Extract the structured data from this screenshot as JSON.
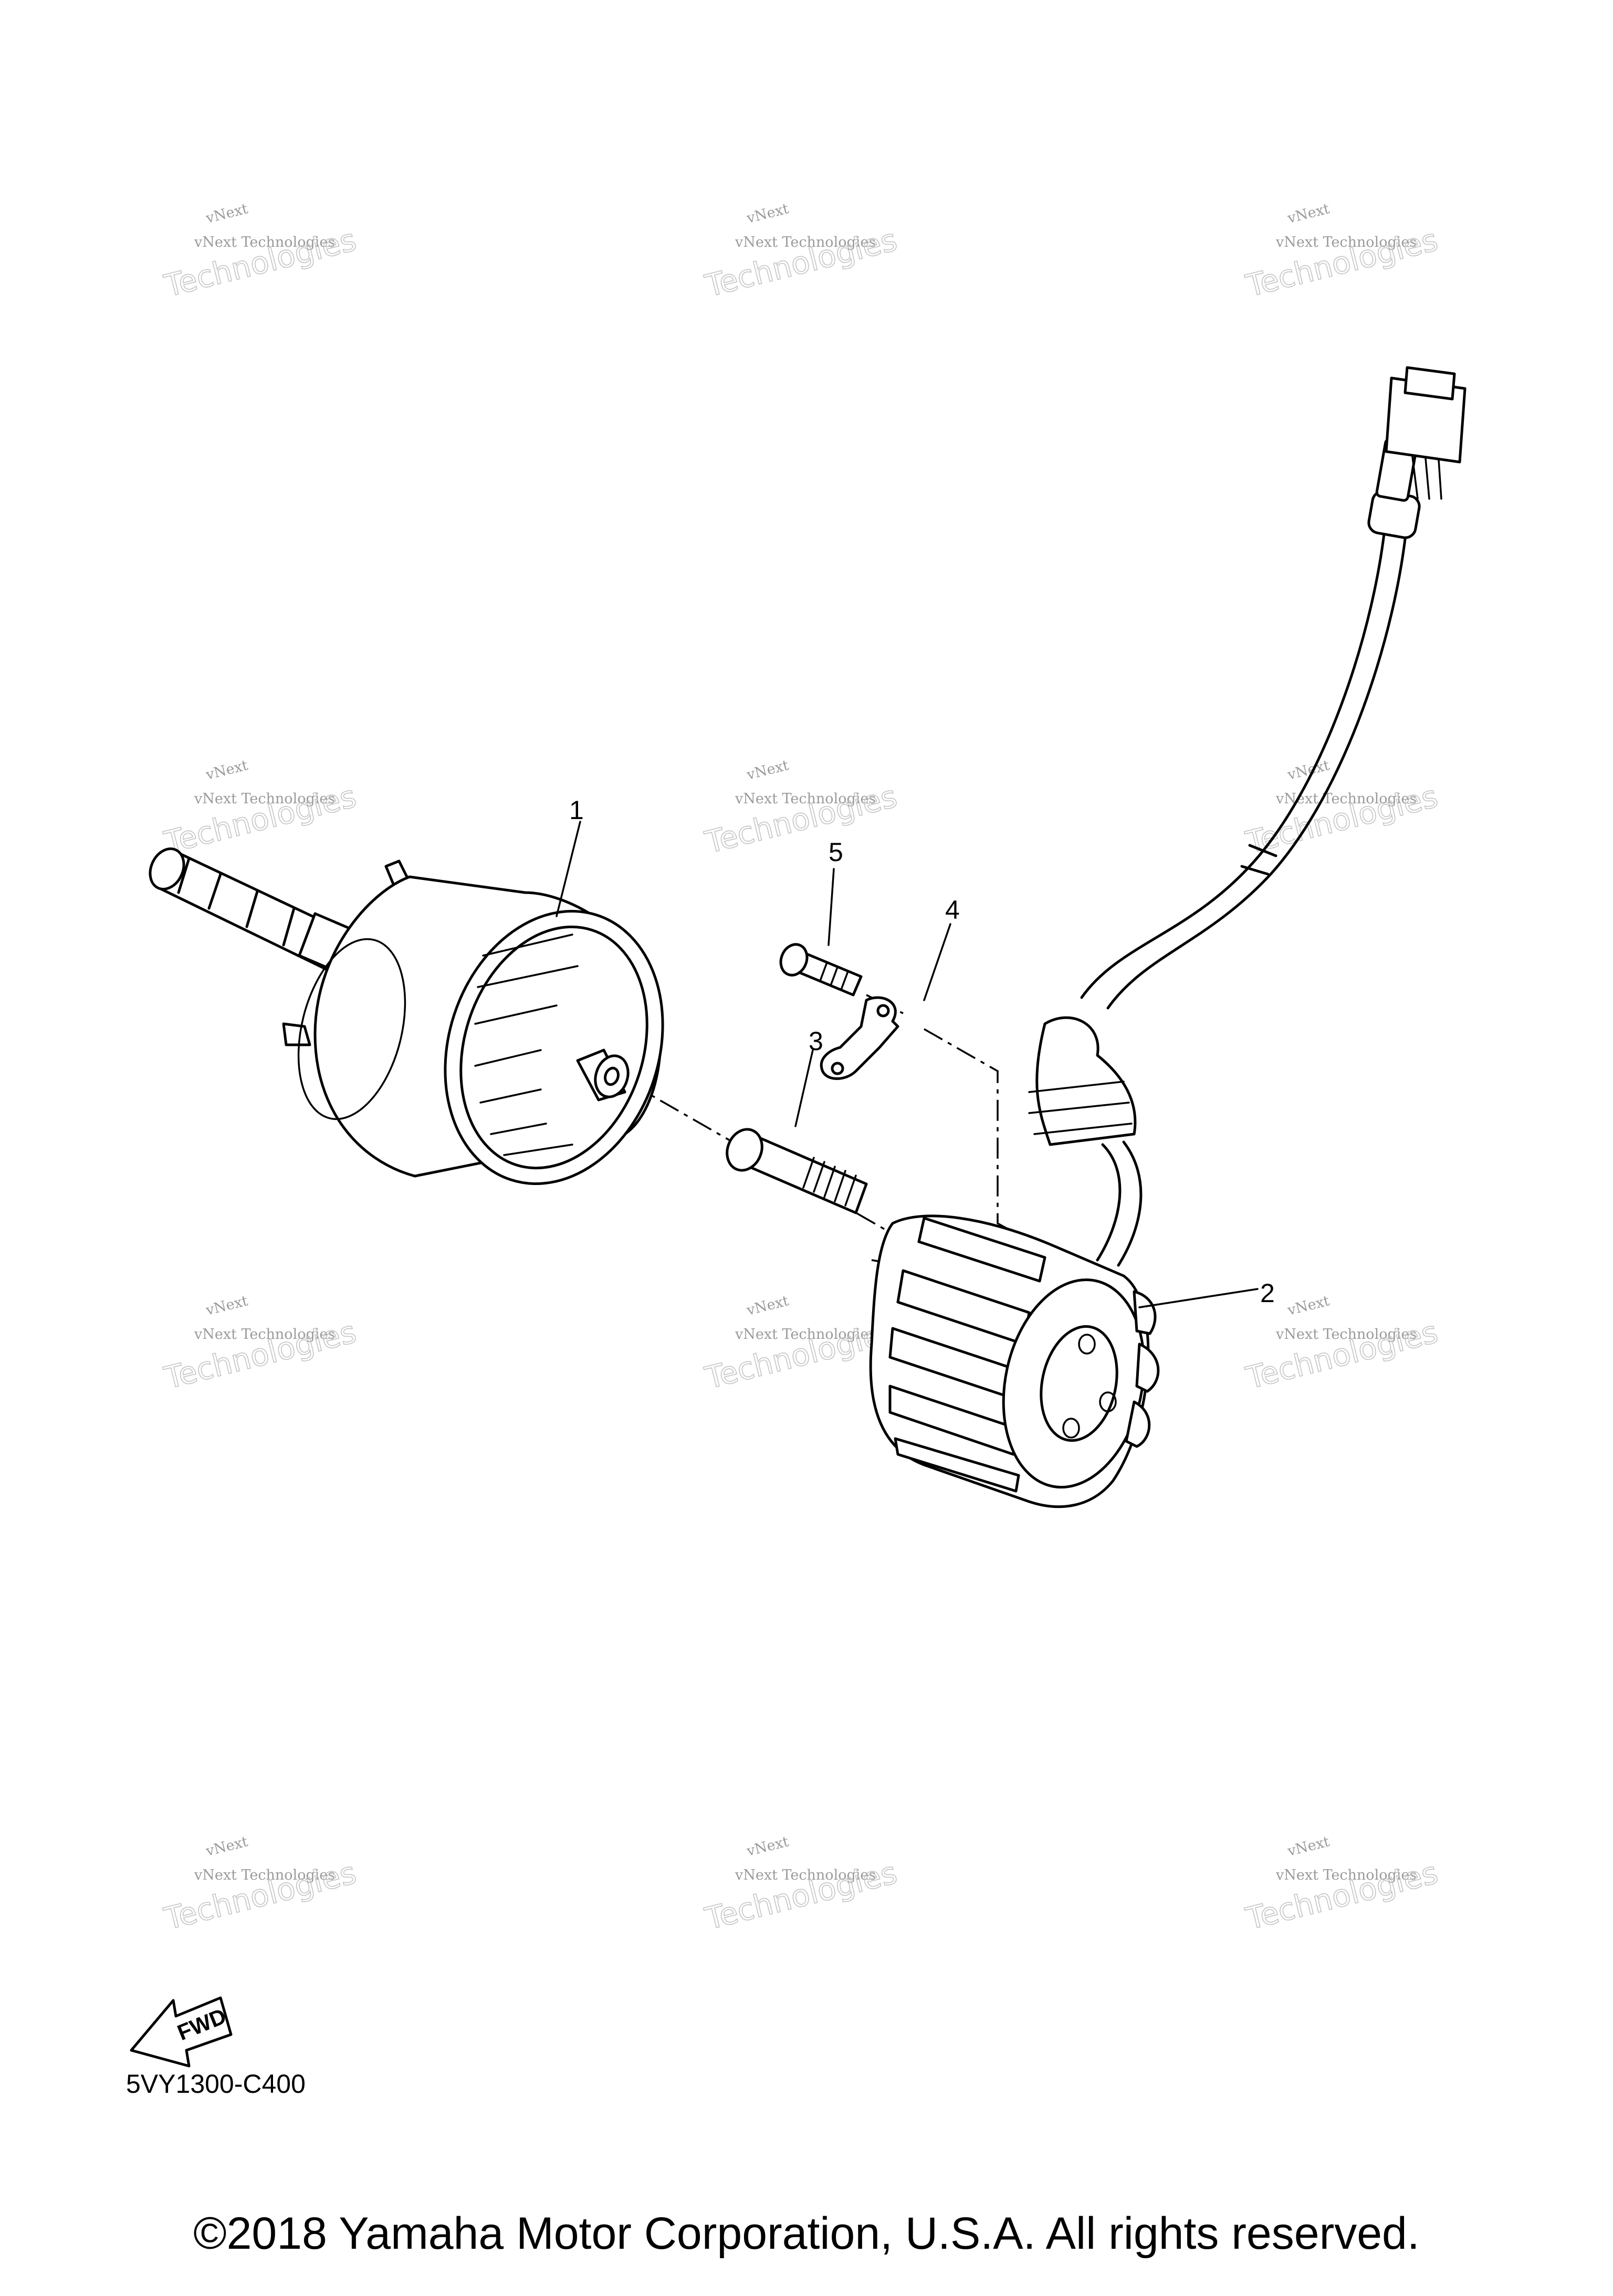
{
  "watermark": {
    "line1": "vNext",
    "line2": "vNext Technologies",
    "line3": "Technologies"
  },
  "callouts": [
    {
      "number": "1",
      "part": "rotor"
    },
    {
      "number": "2",
      "part": "stator"
    },
    {
      "number": "3",
      "part": "bolt"
    },
    {
      "number": "4",
      "part": "clamp"
    },
    {
      "number": "5",
      "part": "bolt"
    }
  ],
  "fwd_label": "FWD",
  "diagram_code": "5VY1300-C400",
  "copyright": "©2018 Yamaha Motor Corporation, U.S.A. All rights reserved."
}
